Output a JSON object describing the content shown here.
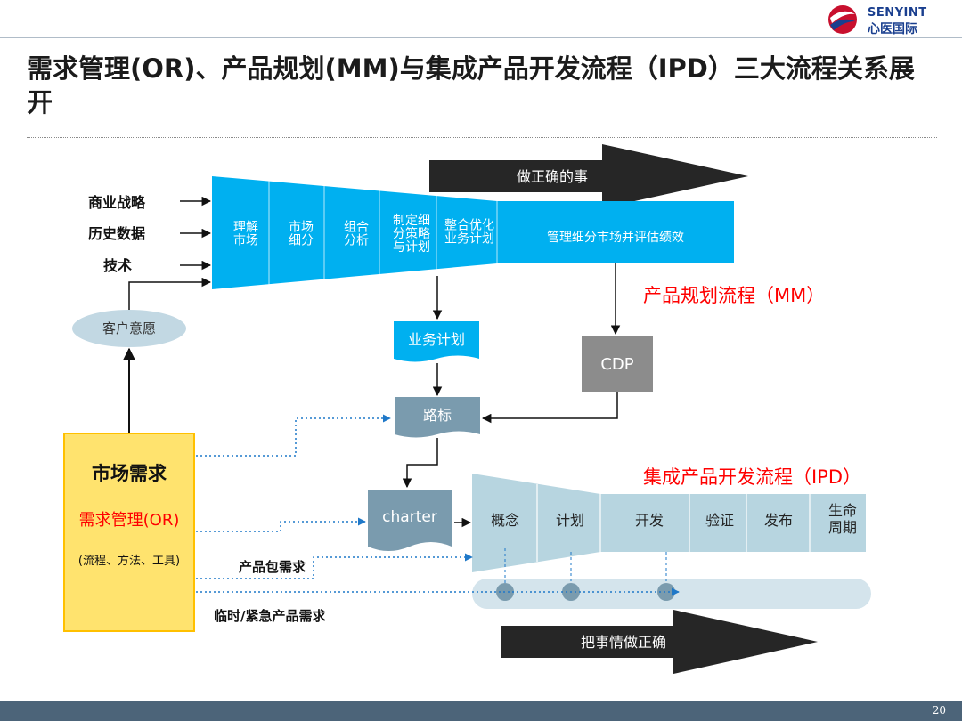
{
  "header": {
    "logo_en": "SENYINT",
    "logo_cn": "心医国际",
    "title": "需求管理(OR)、产品规划(MM)与集成产品开发流程（IPD）三大流程关系展开"
  },
  "footer": {
    "page_number": "20"
  },
  "diagram": {
    "arrow_top_label": "做正确的事",
    "arrow_bottom_label": "把事情做正确",
    "inputs": [
      "商业战略",
      "历史数据",
      "技术"
    ],
    "customer_wish": "客户意愿",
    "mm_steps": [
      [
        "理解",
        "市场"
      ],
      [
        "市场",
        "细分"
      ],
      [
        "组合",
        "分析"
      ],
      [
        "制定细",
        "分策略",
        "与计划"
      ],
      [
        "整合优化",
        "业务计划"
      ]
    ],
    "mm_manage": "管理细分市场并评估绩效",
    "mm_label": "产品规划流程（MM）",
    "business_plan": "业务计划",
    "cdp": "CDP",
    "roadmap": "路标",
    "charter": "charter",
    "ipd_label": "集成产品开发流程（IPD）",
    "ipd_phases": [
      "概念",
      "计划",
      "开发",
      "验证",
      "发布",
      [
        "生命",
        "周期"
      ]
    ],
    "market_need": {
      "title": "市场需求",
      "subtitle": "需求管理(OR)",
      "note": "(流程、方法、工具)"
    },
    "package_req": "产品包需求",
    "urgent_req": "临时/紧急产品需求",
    "colors": {
      "mm_blue": "#00b0f0",
      "ipd_blue": "#b7d5e0",
      "doc_blue": "#7a9bae",
      "cdp_gray": "#8c8c8c",
      "red": "#ff0000",
      "yellow": "#ffe36e",
      "yellow_border": "#ffc000",
      "dark_arrow": "#262626"
    }
  }
}
